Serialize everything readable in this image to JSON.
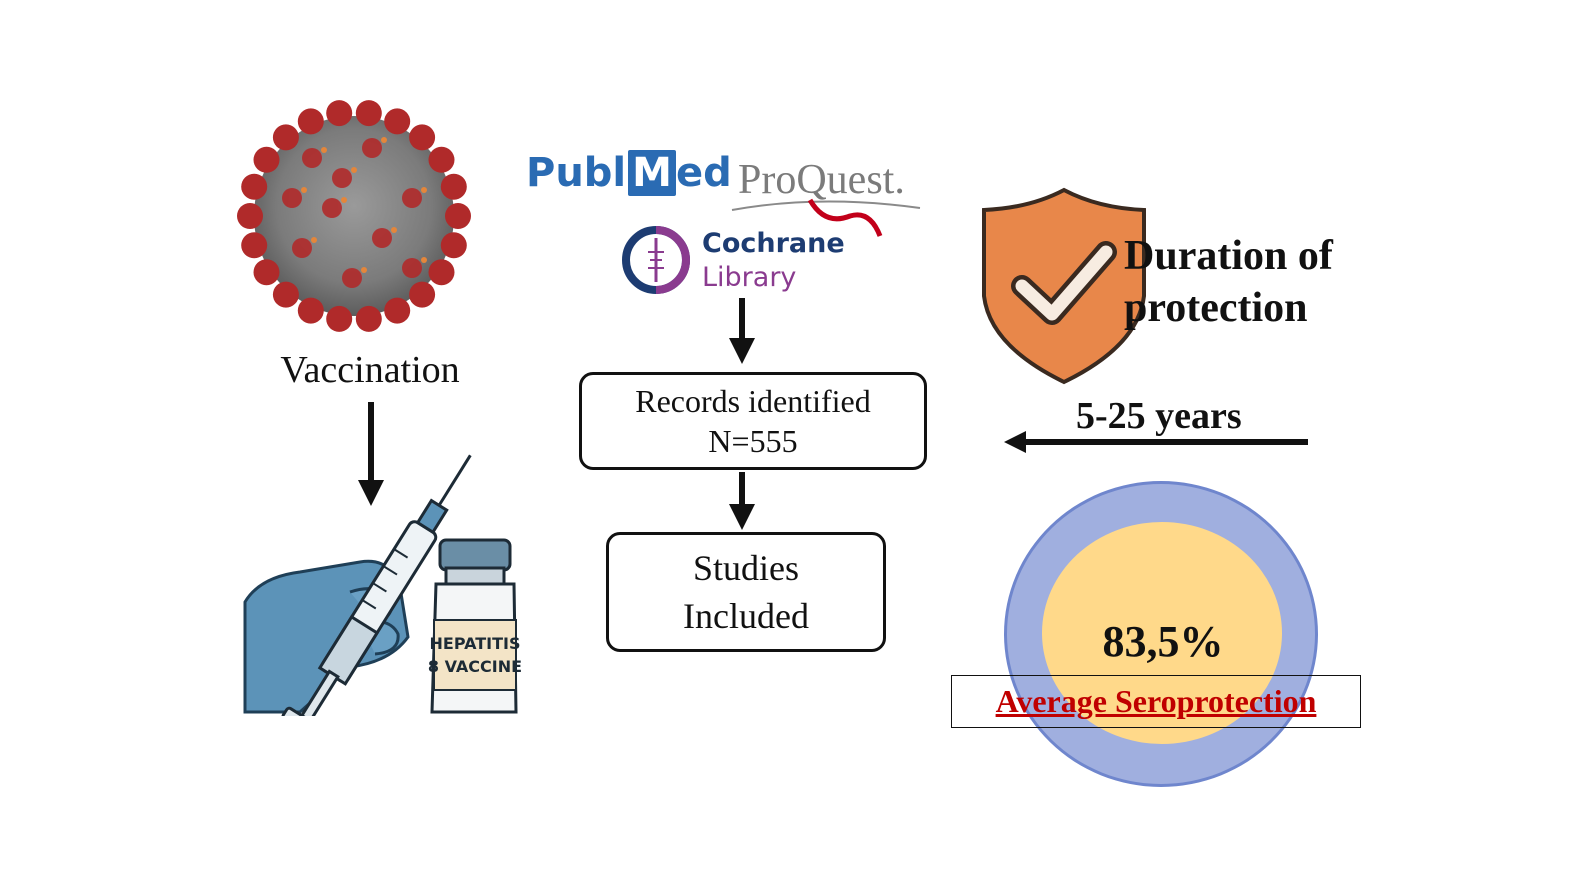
{
  "left": {
    "vaccination_label": "Vaccination",
    "vial_label_line1": "HEPATITIS",
    "vial_label_line2": "8 VACCINE"
  },
  "databases": {
    "pubmed_pre": "Publ",
    "pubmed_box": "M",
    "pubmed_post": "ed",
    "proquest": "ProQuest.",
    "cochrane_line1": "Cochrane",
    "cochrane_line2": "Library"
  },
  "flow": {
    "records_line1": "Records identified",
    "records_line2": "N=555",
    "studies_line1": "Studies",
    "studies_line2": "Included"
  },
  "right": {
    "duration_line1": "Duration of",
    "duration_line2": "protection",
    "years": "5-25 years",
    "percent": "83,5%",
    "seroprotection": "Average Seroprotection"
  },
  "colors": {
    "virus": "#b02a2a",
    "shield": "#e8874a",
    "outer_circle": "#a0afdf",
    "inner_circle": "#ffd98a",
    "sero_text": "#c00000",
    "pubmed": "#2a6bb3",
    "cochrane": "#1d3c72"
  },
  "icons": [
    "virus-icon",
    "syringe-icon",
    "vaccine-vial-icon",
    "shield-check-icon"
  ]
}
